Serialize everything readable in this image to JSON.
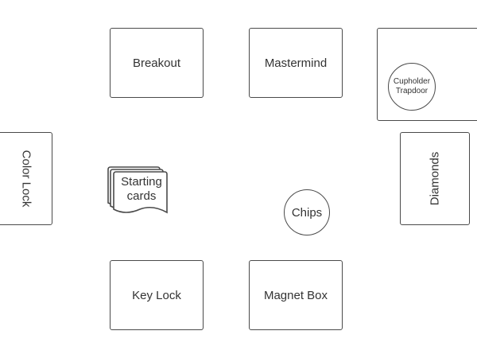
{
  "diagram": {
    "boxes": {
      "breakout": "Breakout",
      "mastermind": "Mastermind",
      "color_lock": "Color Lock",
      "diamonds": "Diamonds",
      "key_lock": "Key Lock",
      "magnet_box": "Magnet Box"
    },
    "starting_cards": [
      "Starting",
      "cards"
    ],
    "chips": "Chips",
    "cupholder_trapdoor": [
      "Cupholder",
      "Trapdoor"
    ]
  },
  "colors": {
    "stroke": "#4a4a4a",
    "text": "#333333",
    "background": "#ffffff"
  }
}
